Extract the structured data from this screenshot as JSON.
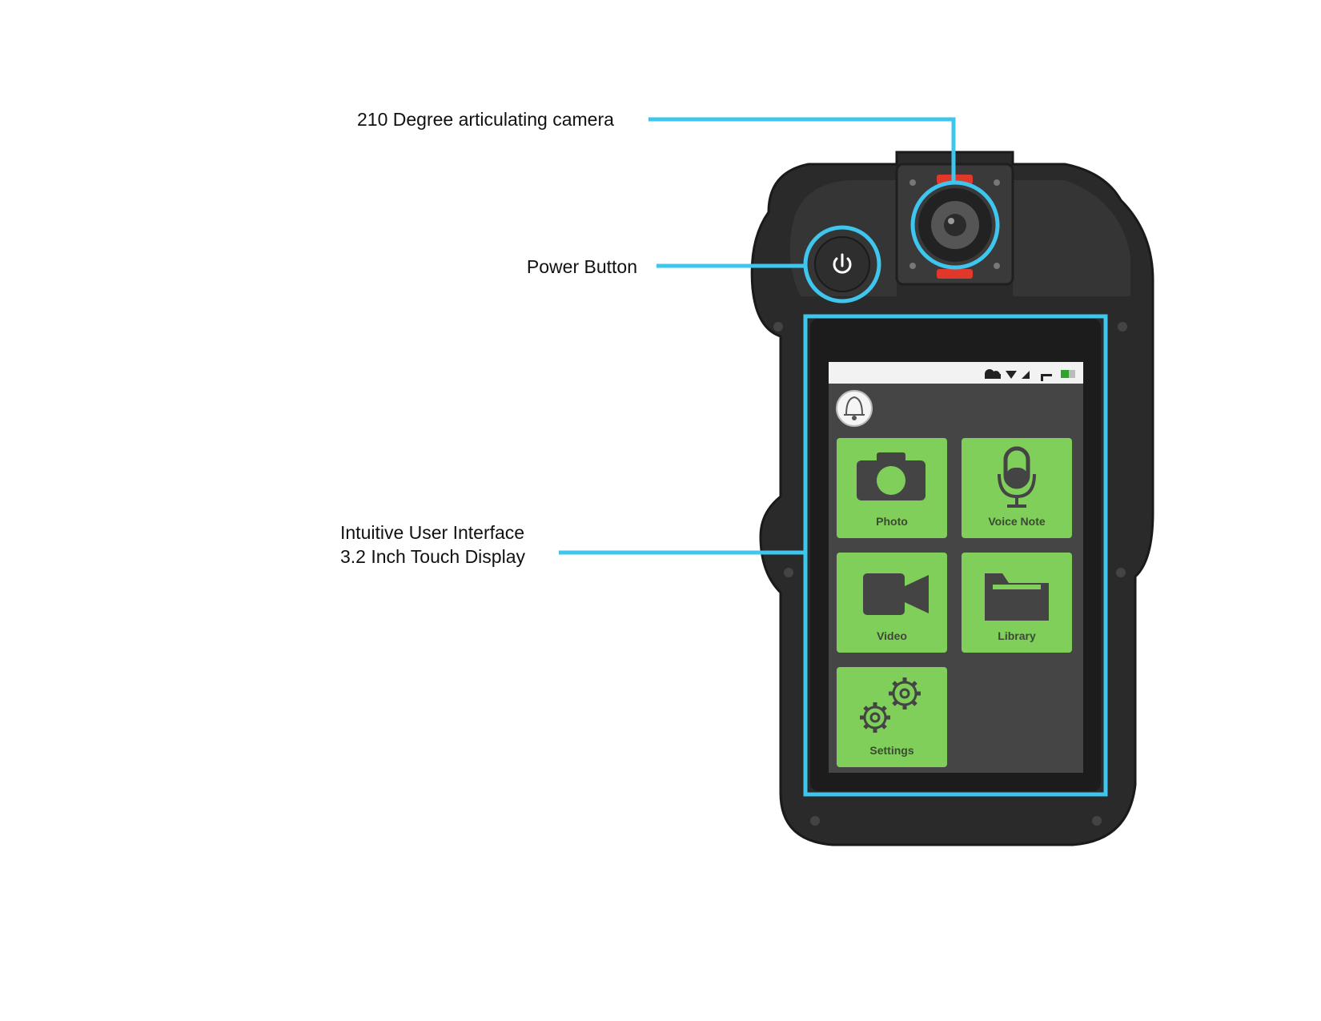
{
  "callouts": {
    "camera": "210 Degree articulating camera",
    "power": "Power Button",
    "ui_line1": "Intuitive User Interface",
    "ui_line2": "3.2 Inch Touch Display"
  },
  "screen": {
    "tiles": [
      {
        "label": "Photo",
        "icon": "camera-icon"
      },
      {
        "label": "Voice Note",
        "icon": "microphone-icon"
      },
      {
        "label": "Video",
        "icon": "video-camera-icon"
      },
      {
        "label": "Library",
        "icon": "folder-icon"
      },
      {
        "label": "Settings",
        "icon": "gears-icon"
      }
    ],
    "status_icons": [
      "cloud-icon",
      "wifi-icon",
      "signal-icon",
      "battery-icon"
    ],
    "header_icon": "bell-icon"
  },
  "colors": {
    "callout_line": "#3ec6ee",
    "tile_green": "#7fcf5a",
    "screen_bg": "#454545",
    "device_body": "#2a2a2a",
    "accent_red": "#e0382b",
    "side_green": "#4ccf2a"
  }
}
